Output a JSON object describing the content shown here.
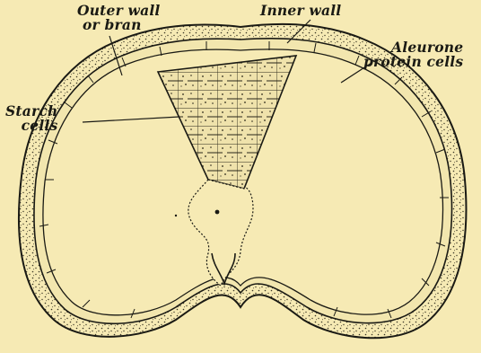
{
  "labels": {
    "outer_wall": [
      "Outer wall",
      "or bran"
    ],
    "inner_wall": "Inner wall",
    "aleurone": [
      "Aleurone",
      "protein cells"
    ],
    "starch": [
      "Starch",
      "cells"
    ]
  },
  "colors": {
    "paper": "#f6eab4",
    "ink": "#1a1a14",
    "bran_fill": "#e9dca0"
  }
}
